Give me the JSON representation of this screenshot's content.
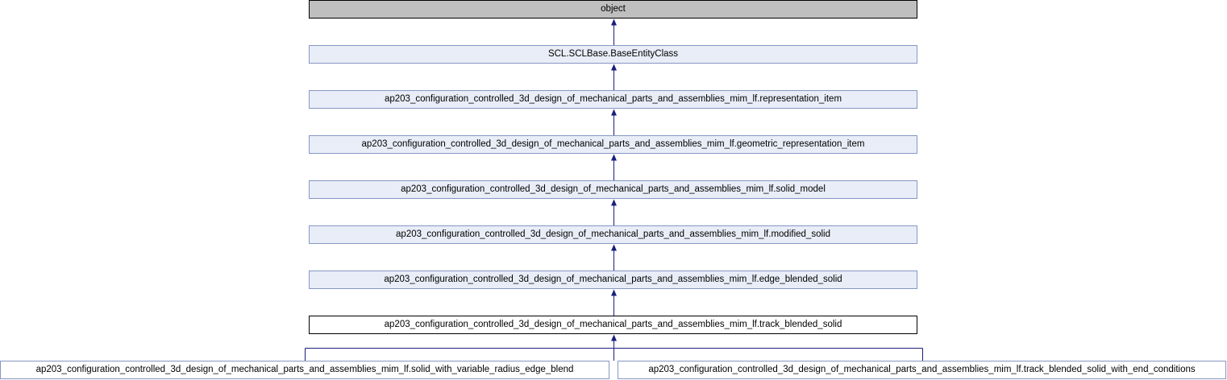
{
  "diagram": {
    "edge_color": "#1a1f7a",
    "nodes": [
      {
        "id": "object",
        "label": "object",
        "kind": "root"
      },
      {
        "id": "base-entity-class",
        "label": "SCL.SCLBase.BaseEntityClass",
        "kind": "parent"
      },
      {
        "id": "representation-item",
        "label": "ap203_configuration_controlled_3d_design_of_mechanical_parts_and_assemblies_mim_lf.representation_item",
        "kind": "parent"
      },
      {
        "id": "geometric-representation-item",
        "label": "ap203_configuration_controlled_3d_design_of_mechanical_parts_and_assemblies_mim_lf.geometric_representation_item",
        "kind": "parent"
      },
      {
        "id": "solid-model",
        "label": "ap203_configuration_controlled_3d_design_of_mechanical_parts_and_assemblies_mim_lf.solid_model",
        "kind": "parent"
      },
      {
        "id": "modified-solid",
        "label": "ap203_configuration_controlled_3d_design_of_mechanical_parts_and_assemblies_mim_lf.modified_solid",
        "kind": "parent"
      },
      {
        "id": "edge-blended-solid",
        "label": "ap203_configuration_controlled_3d_design_of_mechanical_parts_and_assemblies_mim_lf.edge_blended_solid",
        "kind": "parent"
      },
      {
        "id": "track-blended-solid",
        "label": "ap203_configuration_controlled_3d_design_of_mechanical_parts_and_assemblies_mim_lf.track_blended_solid",
        "kind": "current"
      },
      {
        "id": "solid-with-variable-radius-edge-blend",
        "label": "ap203_configuration_controlled_3d_design_of_mechanical_parts_and_assemblies_mim_lf.solid_with_variable_radius_edge_blend",
        "kind": "child"
      },
      {
        "id": "track-blended-solid-with-end-conditions",
        "label": "ap203_configuration_controlled_3d_design_of_mechanical_parts_and_assemblies_mim_lf.track_blended_solid_with_end_conditions",
        "kind": "child"
      }
    ],
    "edges": [
      {
        "from": "base-entity-class",
        "to": "object"
      },
      {
        "from": "representation-item",
        "to": "base-entity-class"
      },
      {
        "from": "geometric-representation-item",
        "to": "representation-item"
      },
      {
        "from": "solid-model",
        "to": "geometric-representation-item"
      },
      {
        "from": "modified-solid",
        "to": "solid-model"
      },
      {
        "from": "edge-blended-solid",
        "to": "modified-solid"
      },
      {
        "from": "track-blended-solid",
        "to": "edge-blended-solid"
      },
      {
        "from": "solid-with-variable-radius-edge-blend",
        "to": "track-blended-solid"
      },
      {
        "from": "track-blended-solid-with-end-conditions",
        "to": "track-blended-solid"
      }
    ]
  }
}
